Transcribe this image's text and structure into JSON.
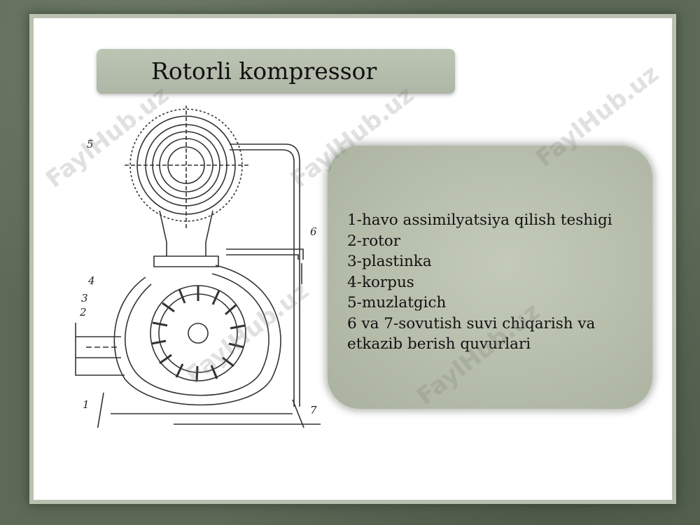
{
  "slide": {
    "title": "Rotorli kompressor",
    "legend": [
      "1-havo assimilyatsiya qilish teshigi",
      "2-rotor",
      "3-plastinka",
      "4-korpus",
      "5-muzlatgich",
      "6 va 7-sovutish suvi chiqarish va etkazib berish quvurlari"
    ],
    "diagram_labels": {
      "n1": "1",
      "n2": "2",
      "n3": "3",
      "n4": "4",
      "n5": "5",
      "n6": "6",
      "n7": "7"
    },
    "watermark": "FaylHub.uz"
  }
}
